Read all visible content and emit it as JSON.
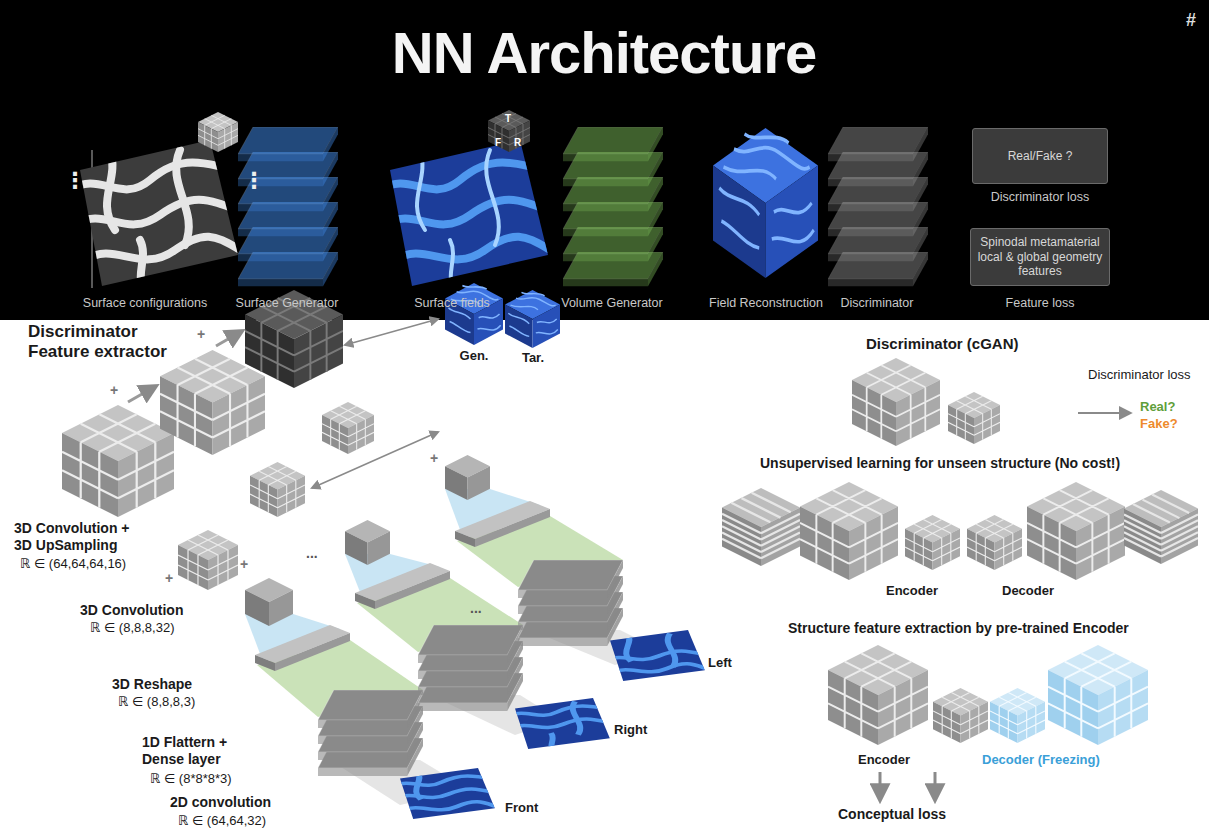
{
  "diagram": {
    "title": "NN Architecture",
    "nodes": [
      {
        "text": [
          "Real/Fake ?"
        ]
      },
      {
        "text": [
          "Spinodal metamaterial local & global geometry features"
        ]
      }
    ],
    "labels": [
      "#",
      "⋮",
      "⋮",
      "Surface configurations",
      "Surface Generator",
      "T",
      "F",
      "R",
      "Surface fields",
      "Volume Generator",
      "Field Reconstruction",
      "Discriminator",
      "Discriminator loss",
      "Feature loss",
      "Discriminator Feature extractor",
      "Gen.",
      "Tar.",
      "+",
      "+",
      "3D Convolution + 3D UpSampling",
      "ℝ ∈ (64,64,64,16)",
      "+",
      "3D Convolution",
      "ℝ ∈ (8,8,8,32)",
      "+",
      "3D Reshape",
      "ℝ ∈ (8,8,8,3)",
      "1D Flattern + Dense layer",
      "ℝ ∈ (8*8*8*3)",
      "2D convolution",
      "ℝ ∈ (64,64,32)",
      "+",
      "...",
      "...",
      "Front",
      "Right",
      "Left",
      "Discriminator (cGAN)",
      "Discriminator loss",
      "Real?",
      "Fake?",
      "Unsupervised learning for unseen structure (No cost!)",
      "Encoder",
      "Decoder",
      "Structure feature extraction by pre-trained Encoder",
      "Encoder",
      "Decoder (Freezing)",
      "Conceptual loss"
    ]
  }
}
